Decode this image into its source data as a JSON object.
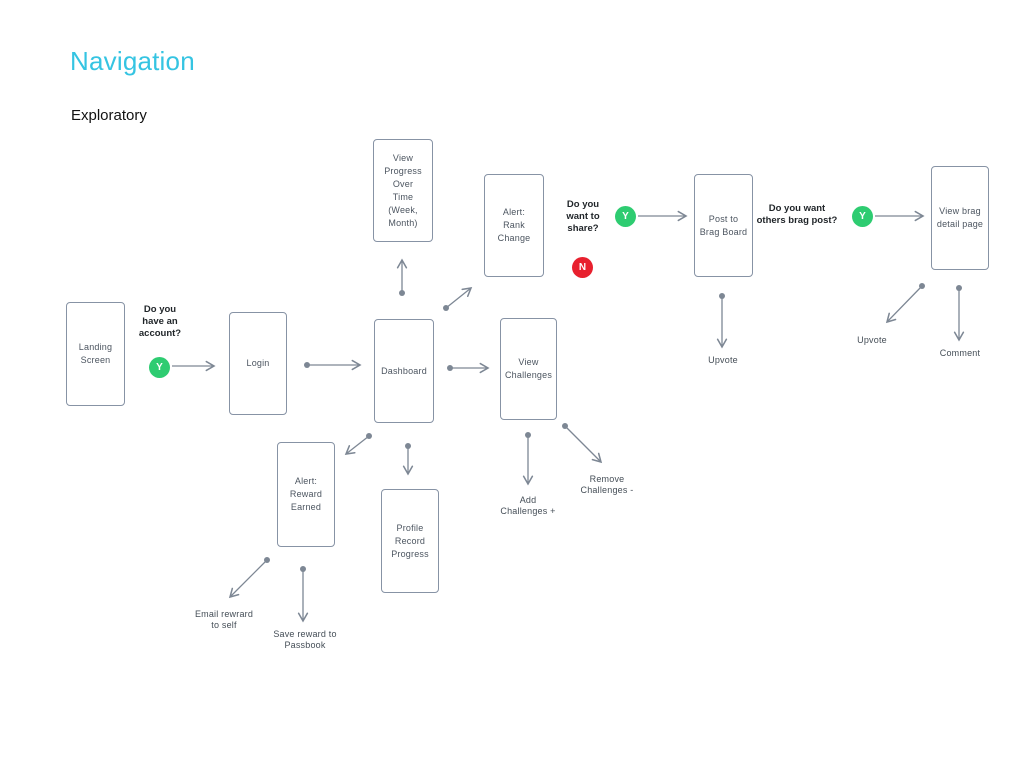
{
  "slide": {
    "title": "Navigation",
    "subtitle": "Exploratory"
  },
  "colors": {
    "title_accent": "#35C4E2",
    "yes_green": "#2ECC71",
    "no_red": "#E8202E",
    "node_border": "#8793A5",
    "node_text": "#4C5560",
    "arrow_gray": "#7D8794"
  },
  "nodes": {
    "landing": {
      "label": "Landing\nScreen"
    },
    "login": {
      "label": "Login"
    },
    "dashboard": {
      "label": "Dashboard"
    },
    "view_progress": {
      "label": "View\nProgress\nOver\nTime\n(Week,\nMonth)"
    },
    "alert_rank": {
      "label": "Alert:\nRank\nChange"
    },
    "view_challenges": {
      "label": "View\nChallenges"
    },
    "post_brag": {
      "label": "Post to\nBrag Board"
    },
    "view_brag_detail": {
      "label": "View brag\ndetail page"
    },
    "alert_reward": {
      "label": "Alert:\nReward\nEarned"
    },
    "profile_record": {
      "label": "Profile\nRecord\nProgress"
    }
  },
  "decisions": {
    "account": {
      "question": "Do you\nhave an\naccount?",
      "yes": "Y"
    },
    "share": {
      "question": "Do you\nwant to\nshare?",
      "yes": "Y",
      "no": "N"
    },
    "others_brag": {
      "question": "Do you want\nothers brag post?",
      "yes": "Y"
    }
  },
  "edge_labels": {
    "upvote_board": "Upvote",
    "upvote_detail": "Upvote",
    "comment": "Comment",
    "add_challenges": "Add\nChallenges +",
    "remove_challenges": "Remove\nChallenges -",
    "email_reward": "Email rewrard\nto self",
    "save_reward": "Save reward to\nPassbook"
  }
}
